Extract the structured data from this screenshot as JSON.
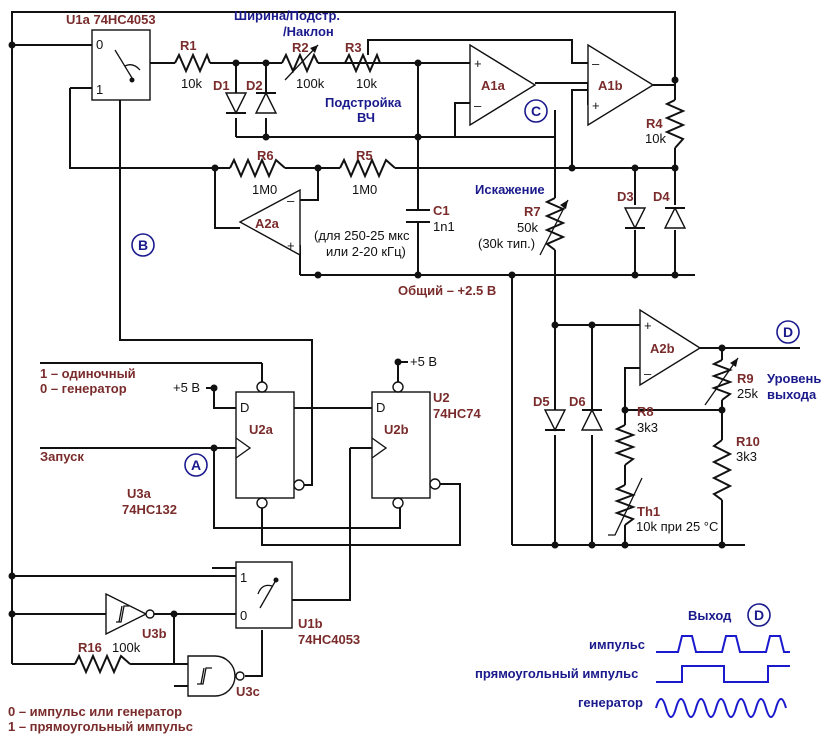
{
  "labels": {
    "u1a": "U1a  74HC4053",
    "u1a_pin0": "0",
    "u1a_pin1": "1",
    "r1": "R1",
    "r1_val": "10k",
    "width_adj": "Ширина/Подстр.",
    "slope": "/Наклон",
    "r2": "R2",
    "r2_val": "100k",
    "r3": "R3",
    "r3_val": "10k",
    "d1": "D1",
    "d2": "D2",
    "hf_adj": "Подстройка",
    "hf": "ВЧ",
    "a1a": "A1a",
    "a1b": "A1b",
    "r4": "R4",
    "r4_val": "10k",
    "r6": "R6",
    "r6_val": "1M0",
    "r5": "R5",
    "r5_val": "1M0",
    "a2a": "A2a",
    "distortion": "Искажение",
    "r7": "R7",
    "r7_val": "50k",
    "r7_typ": "(30k тип.)",
    "c1": "C1",
    "c1_val": "1n1",
    "range1": "(для 250-25 мкс",
    "range2": "или 2-20 кГц)",
    "d3": "D3",
    "d4": "D4",
    "common": "Общий – +2.5 В",
    "a2b": "A2b",
    "single1": "1 – одиночный",
    "single0": "0 – генератор",
    "plus5": "+5 В",
    "plus5b": "+5 В",
    "u2": "U2",
    "u2_chip": "74HC74",
    "u2a": "U2a",
    "u2b": "U2b",
    "d_pin_a": "D",
    "d_pin_b": "D",
    "trigger": "Запуск",
    "u3a": "U3a",
    "u3a_chip": "74HC132",
    "d5": "D5",
    "d6": "D6",
    "r9": "R9",
    "r9_val": "25k",
    "level1": "Уровень",
    "level2": "выхода",
    "r8": "R8",
    "r8_val": "3k3",
    "r10": "R10",
    "r10_val": "3k3",
    "th1": "Th1",
    "th1_val": "10k при 25 °C",
    "u1b_pin1": "1",
    "u1b_pin0": "0",
    "u1b": "U1b",
    "u1b_chip": "74HC4053",
    "u3b": "U3b",
    "r16": "R16",
    "r16_val": "100k",
    "u3c": "U3c",
    "mode0": "0 – импульс или генератор",
    "mode1": "1 – прямоугольный импульс",
    "output": "Выход",
    "wave_pulse": "импульс",
    "wave_square": "прямоугольный импульс",
    "wave_gen": "генератор",
    "pm_minus": "–",
    "pm_plus": "+"
  },
  "markers": {
    "A": "A",
    "B": "B",
    "C": "C",
    "D": "D",
    "D_out": "D"
  },
  "colors": {
    "part_label": "#7a2b2b",
    "annotation": "#1a1a8c",
    "waveform": "#1a1acc",
    "wire": "#111111"
  }
}
